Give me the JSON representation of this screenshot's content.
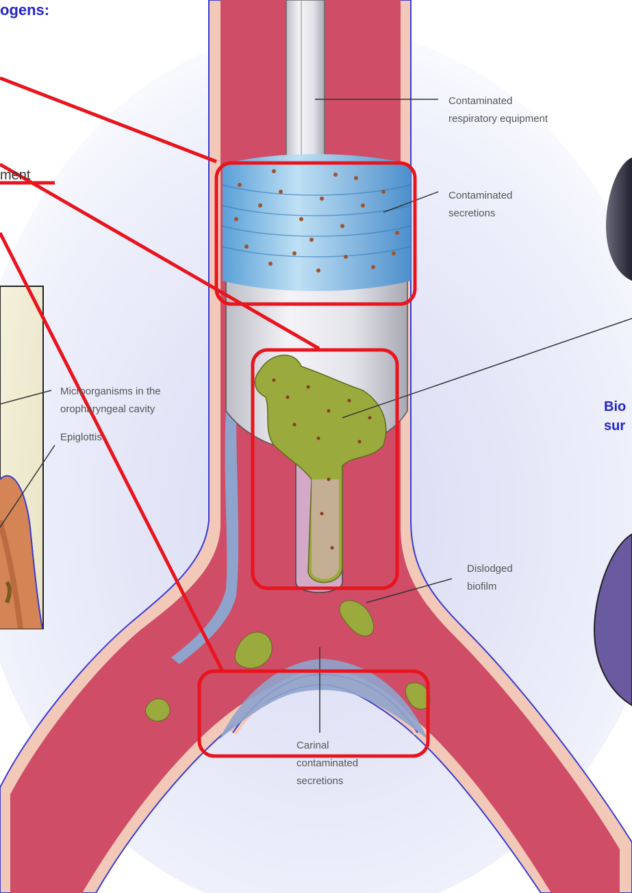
{
  "header": {
    "title_fragment": "ogens:"
  },
  "left_text": "ment",
  "right_text": {
    "line1": "Bio",
    "line2": "sur"
  },
  "labels": {
    "equipment": [
      "Contaminated",
      "respiratory equipment"
    ],
    "secretions": [
      "Contaminated",
      "secretions"
    ],
    "microorganisms": [
      "Microorganisms in the",
      "oropharyngeal cavity"
    ],
    "epiglottis": "Epiglottis",
    "dislodged": [
      "Dislodged",
      "biofilm"
    ],
    "carinal": [
      "Carinal",
      "contaminated",
      "secretions"
    ]
  },
  "colors": {
    "highlight": "#e8141e",
    "tissue": "#cf4d66",
    "tissue_dark": "#b83a55",
    "wall": "#f2c9b8",
    "secretions": "#7fb8e0",
    "biofilm": "#9aaa3c",
    "background_glow": "#d6d8f2"
  }
}
